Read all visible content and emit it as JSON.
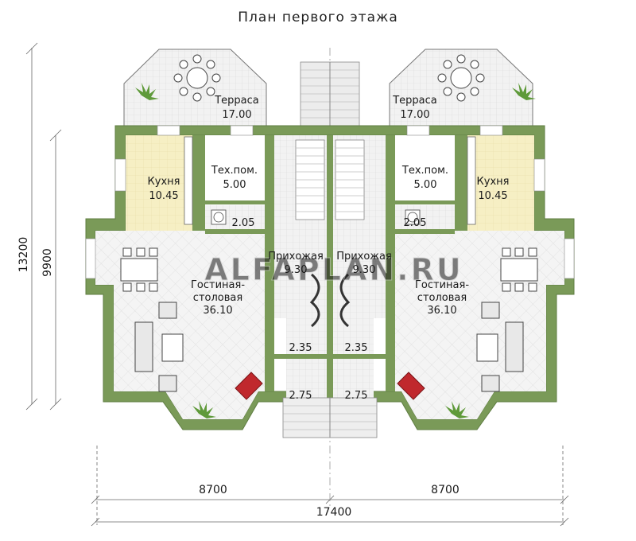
{
  "title": "План первого этажа",
  "rooms": {
    "terrace_left": {
      "name": "Терраса",
      "area": "17.00"
    },
    "terrace_right": {
      "name": "Терраса",
      "area": "17.00"
    },
    "kitchen_left": {
      "name": "Кухня",
      "area": "10.45"
    },
    "kitchen_right": {
      "name": "Кухня",
      "area": "10.45"
    },
    "tech_left": {
      "name": "Тех.пом.",
      "area": "5.00"
    },
    "tech_right": {
      "name": "Тех.пом.",
      "area": "5.00"
    },
    "wc_left": {
      "area": "2.05"
    },
    "wc_right": {
      "area": "2.05"
    },
    "hall_left": {
      "name": "Прихожая",
      "area": "9.30"
    },
    "hall_right": {
      "name": "Прихожая",
      "area": "9.30"
    },
    "living_left": {
      "name1": "Гостиная-",
      "name2": "столовая",
      "area": "36.10"
    },
    "living_right": {
      "name1": "Гостиная-",
      "name2": "столовая",
      "area": "36.10"
    },
    "vest_left": {
      "area": "2.35"
    },
    "vest_right": {
      "area": "2.35"
    },
    "porch_left": {
      "area": "2.75"
    },
    "porch_right": {
      "area": "2.75"
    }
  },
  "dimensions": {
    "left_outer": "13200",
    "left_inner": "9900",
    "bottom_left": "8700",
    "bottom_right": "8700",
    "bottom_total": "17400"
  },
  "watermark": "ALFAPLAN.RU",
  "colors": {
    "wall": "#7a9a58",
    "wall_dark": "#5f7d42",
    "floor_tile": "#efefef",
    "kitchen_floor": "#f4eec8",
    "stair": "#dcdcdc",
    "fireplace": "#c0282d"
  }
}
